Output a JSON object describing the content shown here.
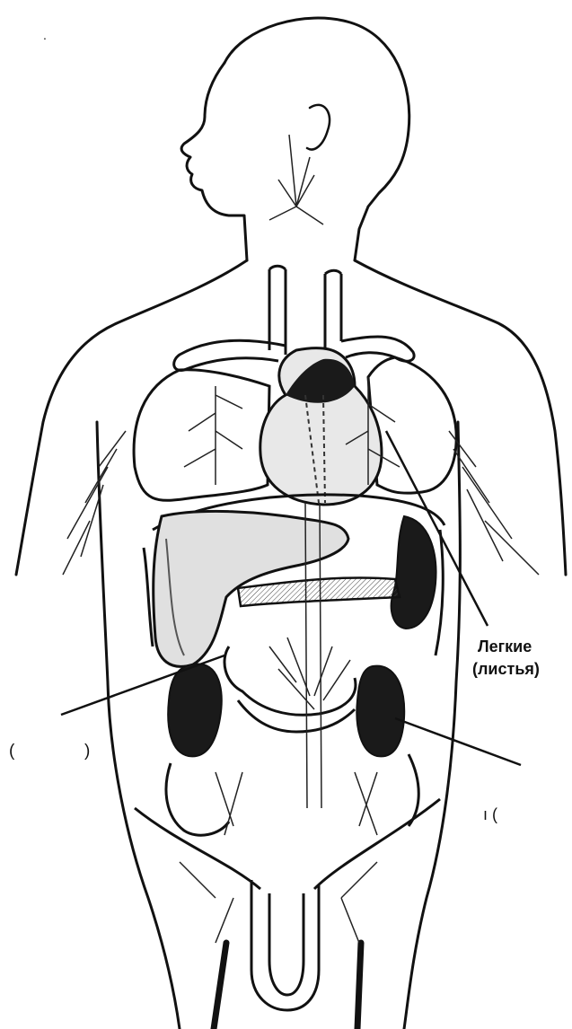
{
  "labels": {
    "lungs_title": "Легкие",
    "lungs_subtitle": "(листья)",
    "left_paren_open": "(",
    "left_paren_close": ")",
    "right_mark": "ı (",
    "dot": "."
  },
  "colors": {
    "ink": "#111111",
    "paper": "#ffffff",
    "organ_fill": "#1a1a1a",
    "organ_shade": "#555555"
  },
  "icons": {
    "figure": "human-torso-organs-illustration"
  }
}
